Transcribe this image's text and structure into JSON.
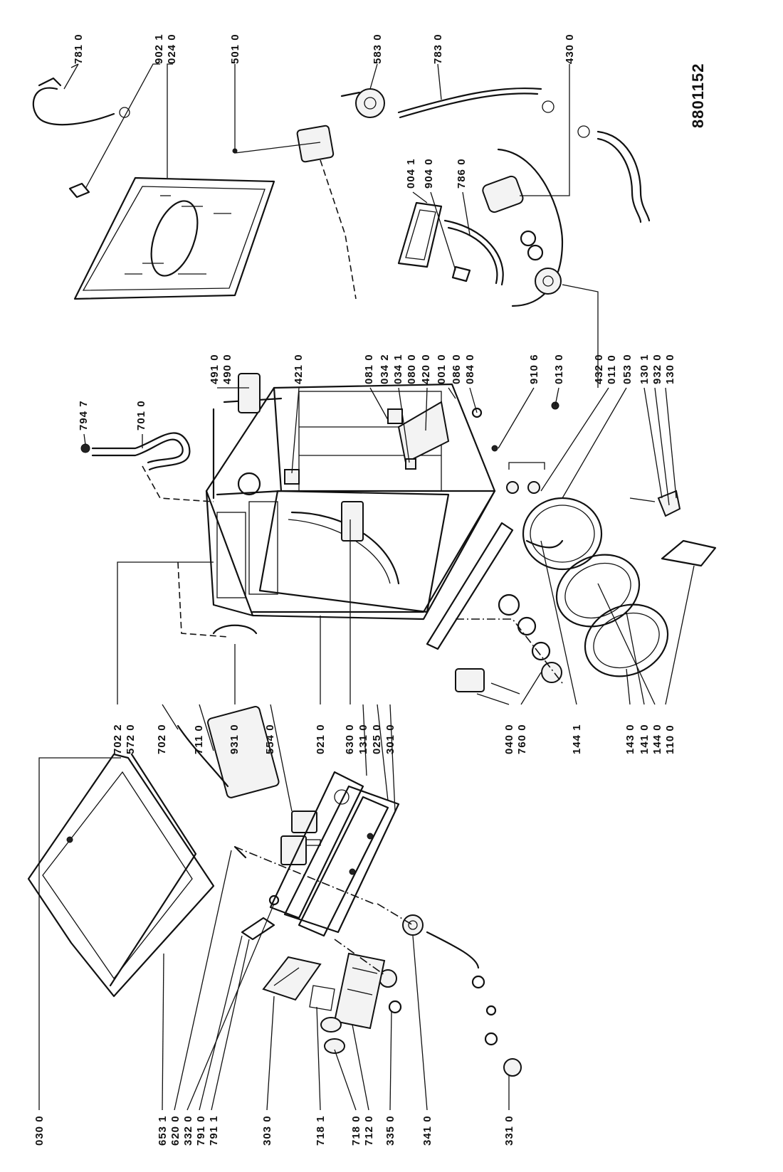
{
  "drawing_ref": "8801152",
  "labels": {
    "l7810": "781 0",
    "l9021": "902 1",
    "l0240": "024 0",
    "l5010": "501 0",
    "l5830": "583 0",
    "l7830": "783 0",
    "l4300": "430 0",
    "l7947": "794 7",
    "l7010": "701 0",
    "l4910": "491 0",
    "l4900": "490 0",
    "l4210": "421 0",
    "l0810": "081 0",
    "l0342": "034 2",
    "l0341": "034 1",
    "l0800": "080 0",
    "l4200": "420 0",
    "l0010": "001 0",
    "l0860": "086 0",
    "l0840": "084 0",
    "l9106": "910 6",
    "l0130": "013 0",
    "l4320": "432 0",
    "l0110": "011 0",
    "l0530": "053 0",
    "l1301": "130 1",
    "l9320": "932 0",
    "l1300": "130 0",
    "l0041": "004 1",
    "l9040": "904 0",
    "l7860": "786 0",
    "l7022": "702 2",
    "l5720": "572 0",
    "l7020": "702 0",
    "l7110": "711 0",
    "l9310": "931 0",
    "l5540": "554 0",
    "l0210": "021 0",
    "l6300": "630 0",
    "l1310": "131 0",
    "l0250": "025 0",
    "l3010": "301 0",
    "l0400": "040 0",
    "l7600": "760 0",
    "l1441": "144 1",
    "l1430": "143 0",
    "l1410": "141 0",
    "l1440": "144 0",
    "l1100": "110 0",
    "l0300": "030 0",
    "l6531": "653 1",
    "l6200": "620 0",
    "l3320": "332 0",
    "l7910": "791 0",
    "l7911": "791 1",
    "l3030": "303 0",
    "l7181": "718 1",
    "l7180": "718 0",
    "l7120": "712 0",
    "l3350": "335 0",
    "l3410": "341 0",
    "l3310": "331 0"
  }
}
